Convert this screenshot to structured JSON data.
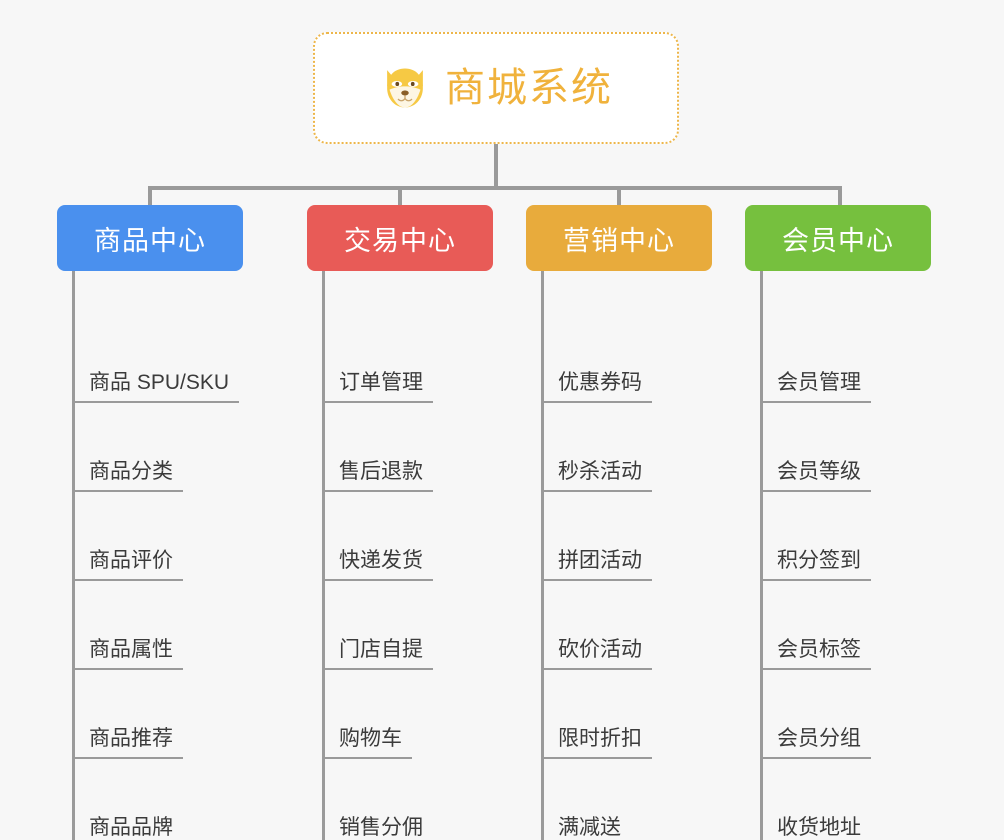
{
  "root": {
    "title": "商城系统",
    "icon": "shiba-dog-icon",
    "border_color": "#edb64a",
    "text_color": "#f0b23c",
    "background": "#ffffff"
  },
  "canvas": {
    "background": "#f7f7f7",
    "connector_color": "#9a9a9a"
  },
  "categories": [
    {
      "label": "商品中心",
      "color": "#4a90ee",
      "items": [
        "商品 SPU/SKU",
        "商品分类",
        "商品评价",
        "商品属性",
        "商品推荐",
        "商品品牌"
      ]
    },
    {
      "label": "交易中心",
      "color": "#e85b57",
      "items": [
        "订单管理",
        "售后退款",
        "快递发货",
        "门店自提",
        "购物车",
        "销售分佣"
      ]
    },
    {
      "label": "营销中心",
      "color": "#e8ab3c",
      "items": [
        "优惠券码",
        "秒杀活动",
        "拼团活动",
        "砍价活动",
        "限时折扣",
        "满减送"
      ]
    },
    {
      "label": "会员中心",
      "color": "#76c03e",
      "items": [
        "会员管理",
        "会员等级",
        "积分签到",
        "会员标签",
        "会员分组",
        "收货地址"
      ]
    }
  ]
}
